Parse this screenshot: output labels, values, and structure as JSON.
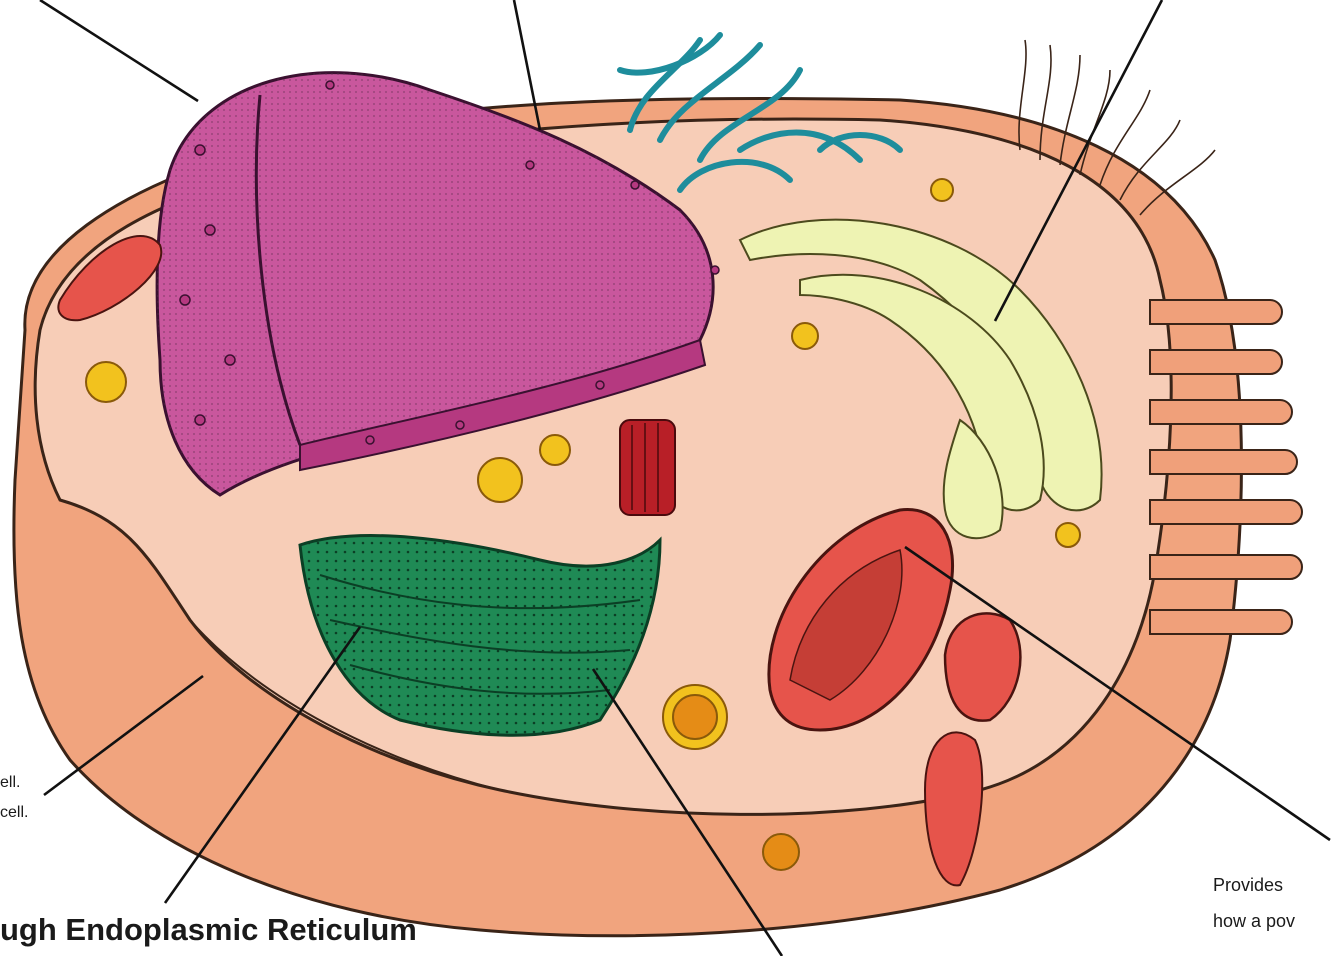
{
  "labels": {
    "rough_er": "ugh Endoplasmic Reticulum",
    "membrane_line1": "ell.",
    "membrane_line2": "cell.",
    "mito_line1": "Provides",
    "mito_line2": "how a pov"
  },
  "colors": {
    "cytoplasm": "#f6c9b4",
    "membrane": "#f2a77f",
    "nucleus": "#c7549a",
    "nucleus_dark": "#b53980",
    "golgi": "#edf2b0",
    "rough_er": "#1f8a55",
    "centrosome": "#26a3b3",
    "mitochondria": "#e6544b",
    "vesicle": "#f2c21e"
  },
  "icons": [
    "nucleus-icon",
    "rough-er-icon",
    "golgi-icon",
    "mitochondrion-icon",
    "centriole-icon",
    "vesicle-icon",
    "microvilli-icon",
    "cilia-icon"
  ]
}
